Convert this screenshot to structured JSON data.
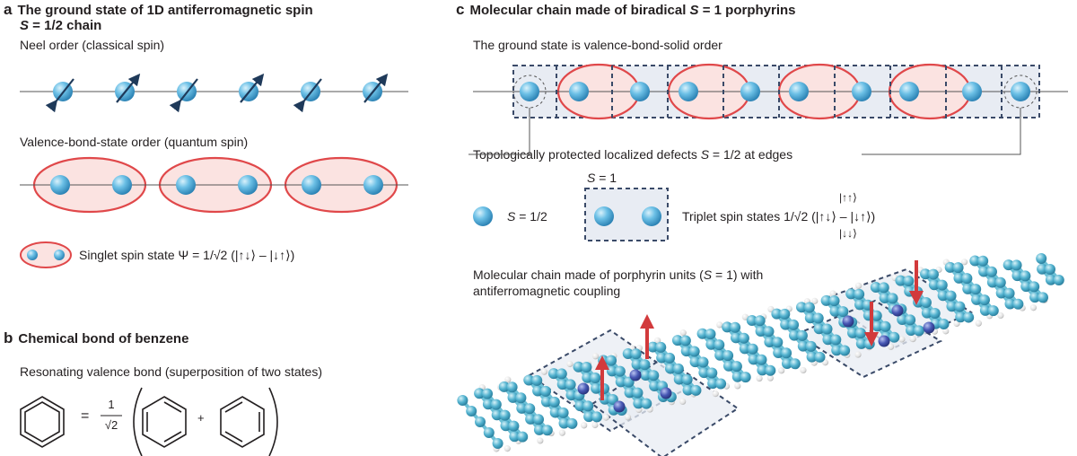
{
  "panel_a": {
    "letter": "a",
    "title_line1": "The ground state of 1D antiferromagnetic spin",
    "title_line2_s": "S",
    "title_line2_rest": " = 1/2 chain",
    "neel_label": "Neel order (classical spin)",
    "vbs_label": "Valence-bond-state order (quantum spin)",
    "singlet_label": "Singlet spin state Ψ = 1/√2 (|↑↓⟩ – |↓↑⟩)"
  },
  "panel_b": {
    "letter": "b",
    "title": "Chemical bond of benzene",
    "subtitle": "Resonating valence bond (superposition of two states)",
    "equals": "=",
    "frac_num": "1",
    "frac_den": "√2",
    "plus": "+"
  },
  "panel_c": {
    "letter": "c",
    "title_pre": "Molecular chain made of biradical ",
    "title_s": "S",
    "title_post": " = 1 porphyrins",
    "ground_state": "The ground state is valence-bond-solid order",
    "defects_pre": "Topologically protected localized defects ",
    "defects_s": "S",
    "defects_post": " = 1/2 at edges",
    "s1_label_s": "S",
    "s1_label_rest": " = 1",
    "s_half_s": "S",
    "s_half_rest": " = 1/2",
    "triplet_label": "Triplet spin states  1/√2 (|↑↓⟩ – |↓↑⟩)",
    "triplet_up": "|↑↑⟩",
    "triplet_down": "|↓↓⟩",
    "chain_line1_pre": "Molecular chain made of porphyrin units (",
    "chain_line1_s": "S",
    "chain_line1_post": " = 1) with",
    "chain_line2": "antiferromagnetic coupling"
  },
  "colors": {
    "sphere": "#5ab4e0",
    "bond_fill": "#fbe3e1",
    "bond_stroke": "#e0484a",
    "box_fill": "#e8ecf3",
    "box_stroke": "#3a4a68",
    "arrow": "#1f3a5a",
    "spin_arrow": "#d23a3c",
    "carbon": "#4fb0cc",
    "nitrogen": "#3d4fa8",
    "hydrogen": "#e8e8e8"
  }
}
